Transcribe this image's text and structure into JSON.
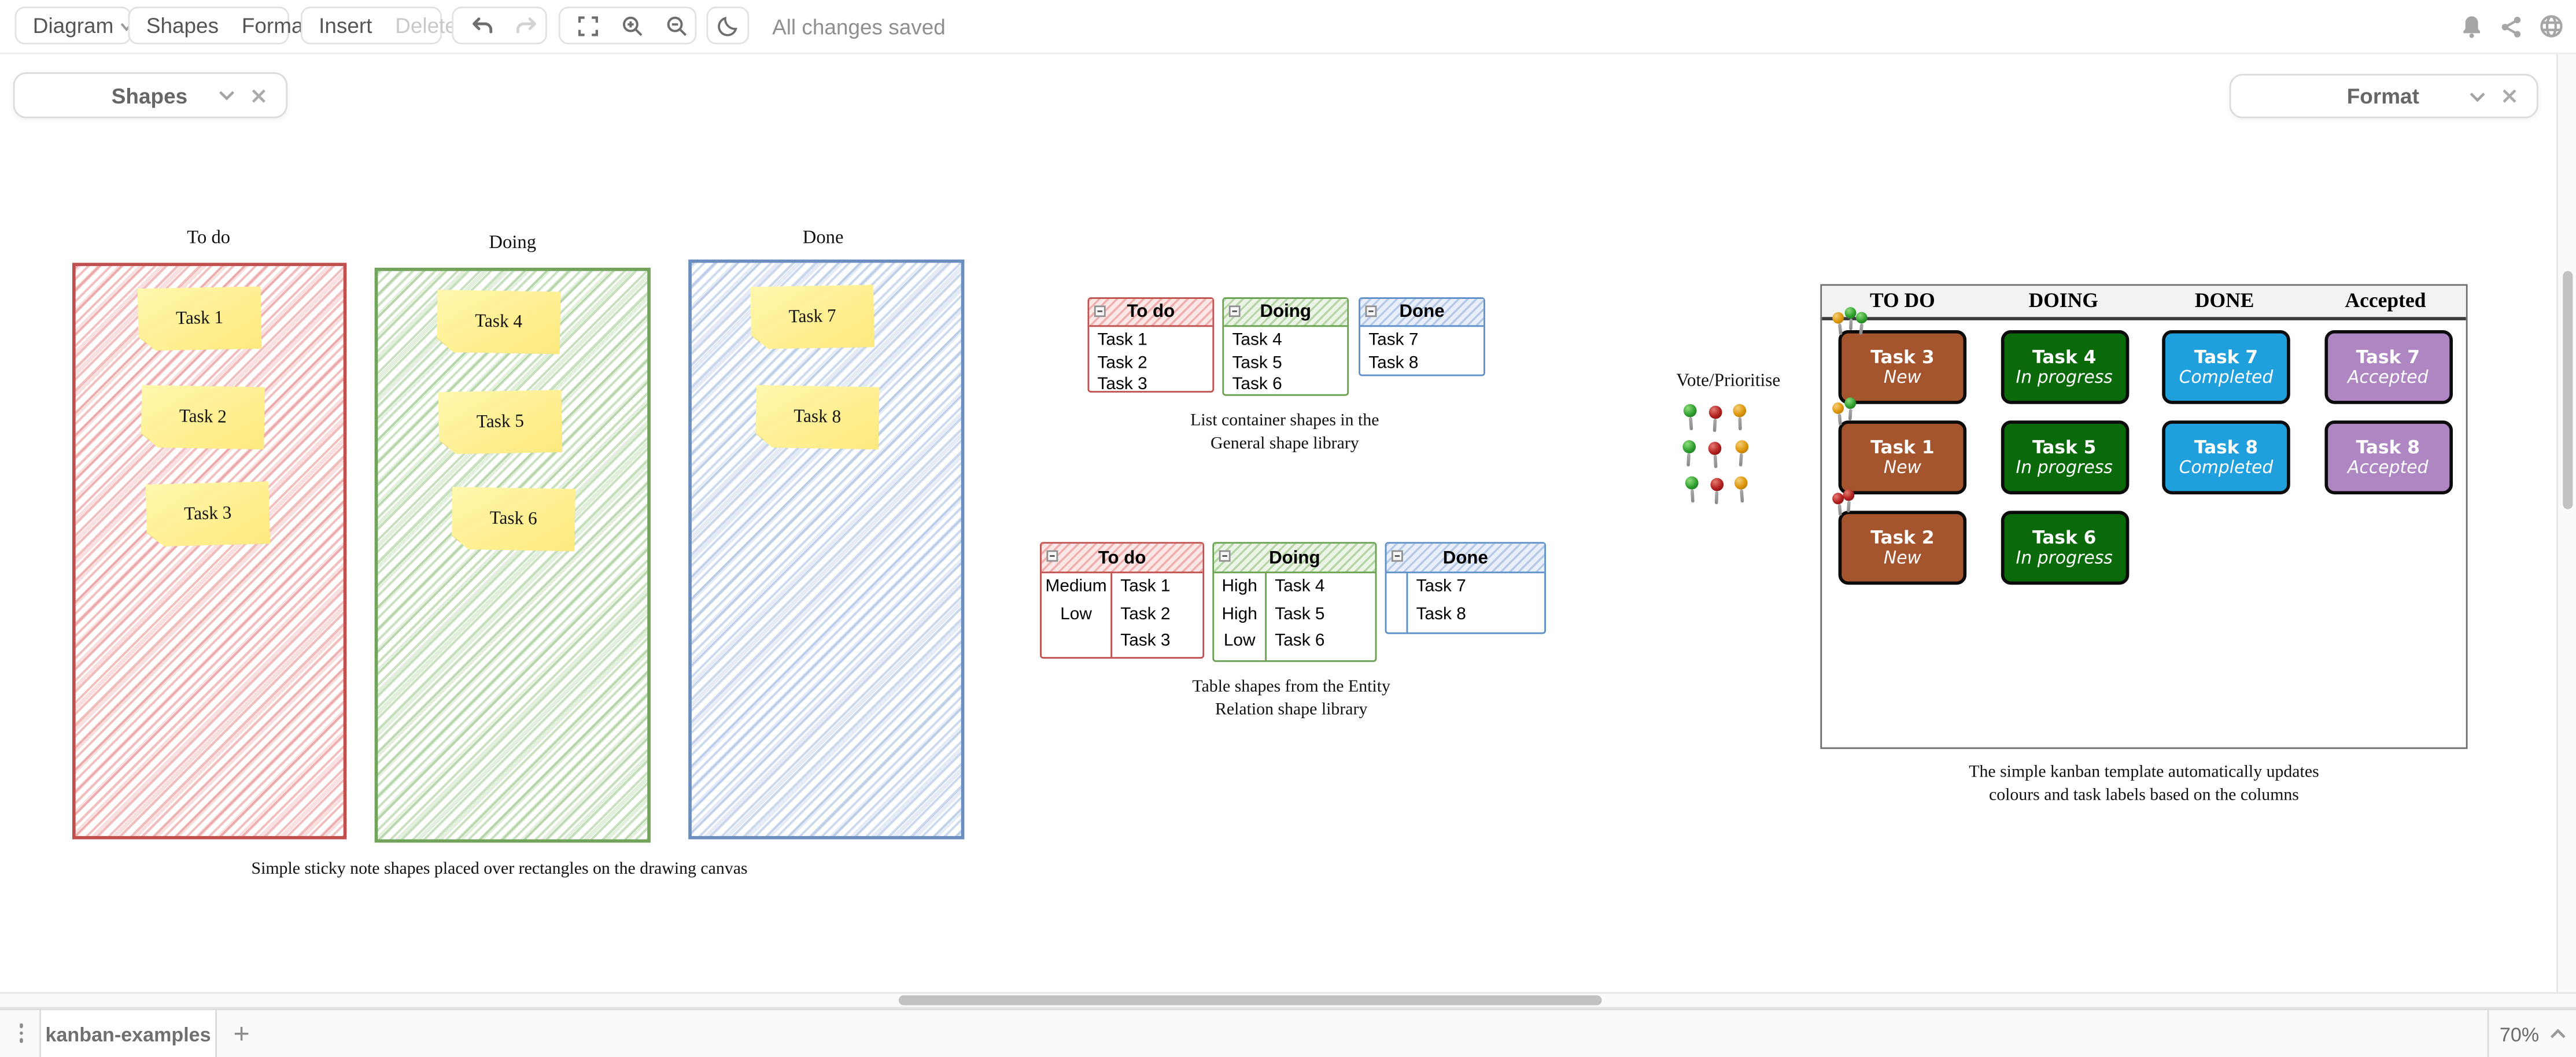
{
  "toolbar": {
    "diagram_label": "Diagram",
    "shapes_label": "Shapes",
    "format_label": "Format",
    "insert_label": "Insert",
    "delete_label": "Delete",
    "status": "All changes saved"
  },
  "panels": {
    "left_title": "Shapes",
    "right_title": "Format"
  },
  "sticky": {
    "columns": [
      {
        "title": "To do",
        "notes": [
          "Task 1",
          "Task 2",
          "Task 3"
        ]
      },
      {
        "title": "Doing",
        "notes": [
          "Task 4",
          "Task 5",
          "Task 6"
        ]
      },
      {
        "title": "Done",
        "notes": [
          "Task 7",
          "Task 8"
        ]
      }
    ],
    "caption": "Simple sticky note shapes placed over rectangles on the drawing canvas",
    "colors": {
      "todo_border": "#c0504d",
      "doing_border": "#71a35a",
      "done_border": "#6c8ebf",
      "note_fill": "#fff1a8"
    }
  },
  "lists": {
    "columns": [
      {
        "title": "To do",
        "items": [
          "Task 1",
          "Task 2",
          "Task 3"
        ]
      },
      {
        "title": "Doing",
        "items": [
          "Task 4",
          "Task 5",
          "Task 6"
        ]
      },
      {
        "title": "Done",
        "items": [
          "Task 7",
          "Task 8"
        ]
      }
    ],
    "caption_line1": "List container shapes in the",
    "caption_line2": "General shape library"
  },
  "tables": {
    "columns": [
      {
        "title": "To do",
        "rows": [
          [
            "Medium",
            "Task 1"
          ],
          [
            "Low",
            "Task 2"
          ],
          [
            "",
            "Task 3"
          ]
        ]
      },
      {
        "title": "Doing",
        "rows": [
          [
            "High",
            "Task 4"
          ],
          [
            "High",
            "Task 5"
          ],
          [
            "Low",
            "Task 6"
          ]
        ]
      },
      {
        "title": "Done",
        "rows": [
          [
            "",
            "Task 7"
          ],
          [
            "",
            "Task 8"
          ]
        ]
      }
    ],
    "caption_line1": "Table shapes from the Entity",
    "caption_line2": "Relation shape library"
  },
  "vote": {
    "label": "Vote/Prioritise",
    "pin_colors": {
      "green": "#2E9E2E",
      "red": "#B01E1E",
      "orange": "#DD9507"
    }
  },
  "kanban": {
    "headers": [
      "TO DO",
      "DOING",
      "DONE",
      "Accepted"
    ],
    "cards": [
      {
        "title": "Task 3",
        "status": "New"
      },
      {
        "title": "Task 4",
        "status": "In progress"
      },
      {
        "title": "Task 7",
        "status": "Completed"
      },
      {
        "title": "Task 7",
        "status": "Accepted"
      },
      {
        "title": "Task 1",
        "status": "New"
      },
      {
        "title": "Task 5",
        "status": "In progress"
      },
      {
        "title": "Task 8",
        "status": "Completed"
      },
      {
        "title": "Task 8",
        "status": "Accepted"
      },
      {
        "title": "Task 2",
        "status": "New"
      },
      {
        "title": "Task 6",
        "status": "In progress"
      }
    ],
    "colors": {
      "new": "#A5552D",
      "in_progress": "#0A6A0A",
      "completed": "#209FDD",
      "accepted": "#AE86C2"
    },
    "caption_line1": "The simple kanban template automatically updates",
    "caption_line2": "colours and task labels based on the columns"
  },
  "footer": {
    "page_tab": "kanban-examples",
    "zoom_level": "70%"
  }
}
